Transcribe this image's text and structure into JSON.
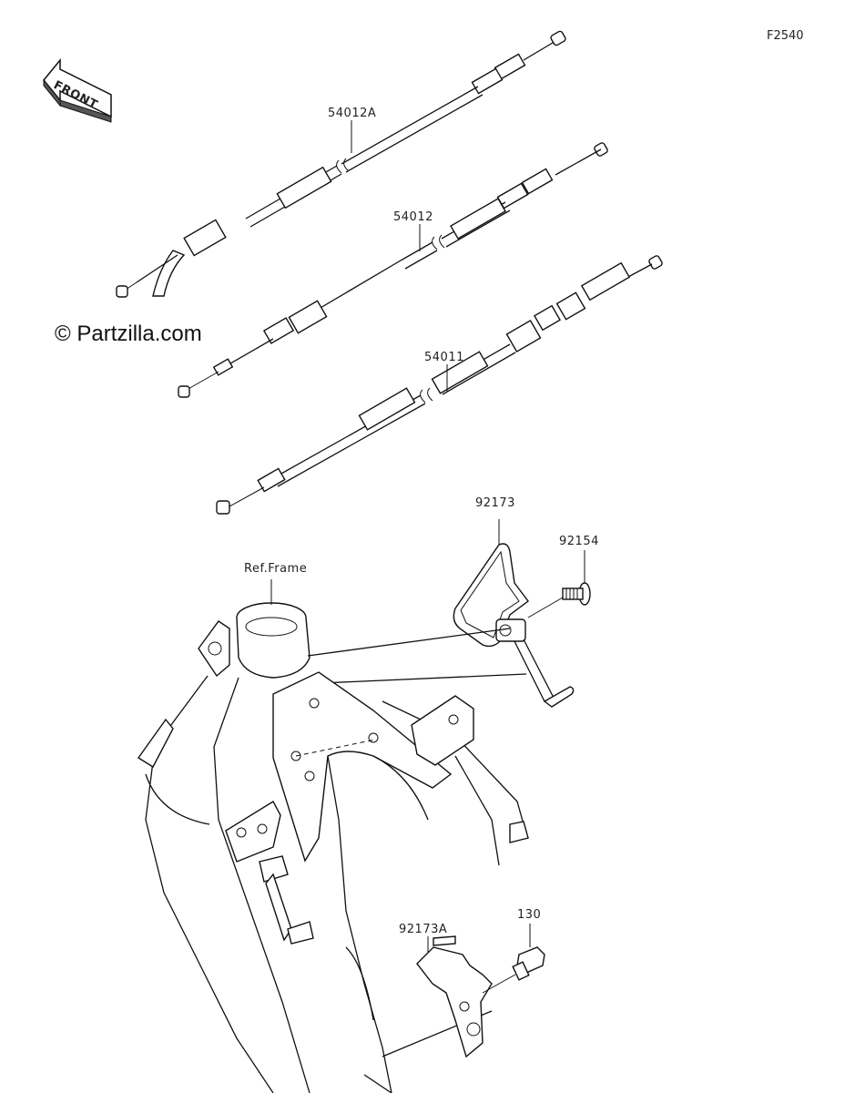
{
  "diagram": {
    "code": "F2540",
    "front_label": "FRONT",
    "watermark": "© Partzilla.com",
    "ref_label": "Ref.Frame",
    "parts": [
      {
        "id": "54012A"
      },
      {
        "id": "54012"
      },
      {
        "id": "54011"
      },
      {
        "id": "92173"
      },
      {
        "id": "92154"
      },
      {
        "id": "92173A"
      },
      {
        "id": "130"
      }
    ]
  }
}
